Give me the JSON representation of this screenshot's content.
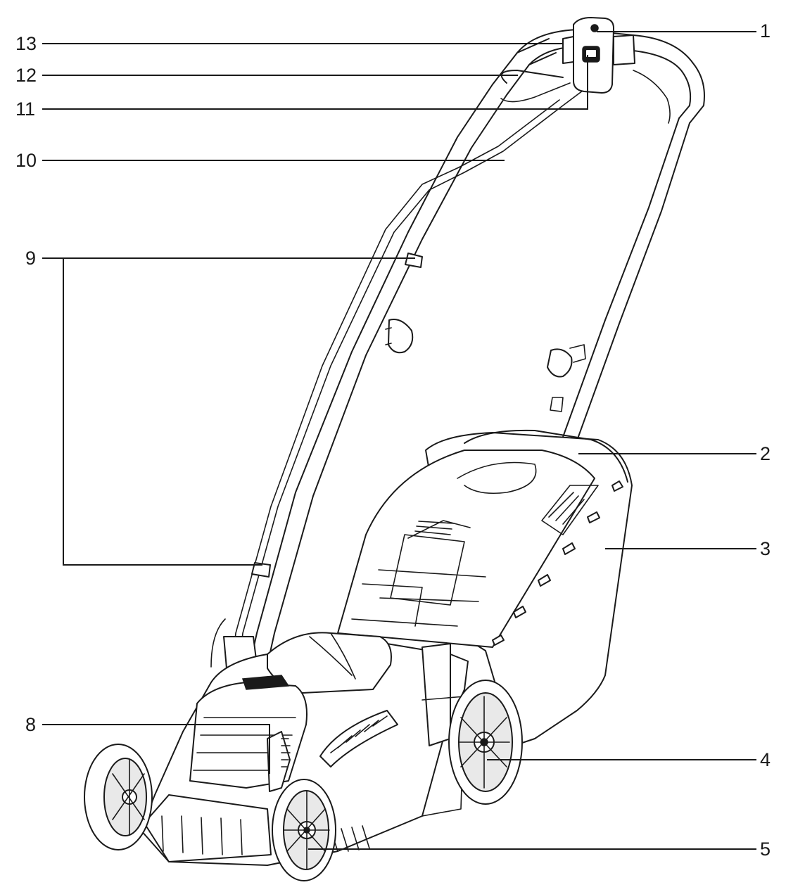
{
  "diagram": {
    "callouts": [
      {
        "id": "c1",
        "label": "1"
      },
      {
        "id": "c2",
        "label": "2"
      },
      {
        "id": "c3",
        "label": "3"
      },
      {
        "id": "c4",
        "label": "4"
      },
      {
        "id": "c5",
        "label": "5"
      },
      {
        "id": "c8",
        "label": "8"
      },
      {
        "id": "c9",
        "label": "9"
      },
      {
        "id": "c10",
        "label": "10"
      },
      {
        "id": "c11",
        "label": "11"
      },
      {
        "id": "c12",
        "label": "12"
      },
      {
        "id": "c13",
        "label": "13"
      }
    ],
    "colors": {
      "line": "#1a1a1a",
      "background": "#ffffff",
      "shade": "#e9e9e9"
    }
  }
}
